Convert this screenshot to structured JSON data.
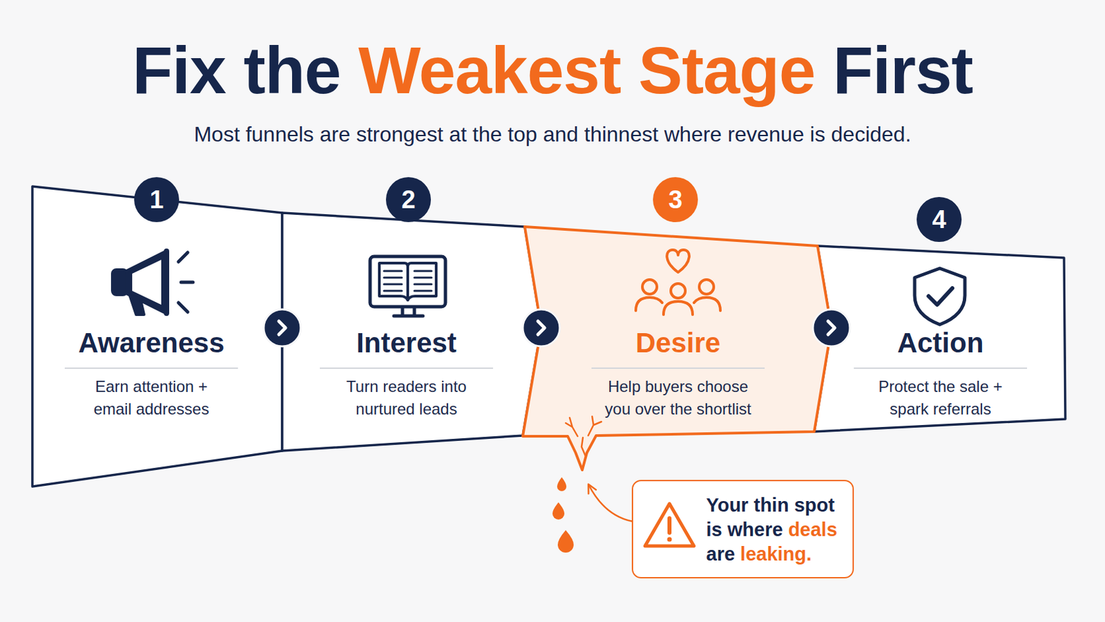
{
  "diagram": {
    "title": "Fix the Weakest Stage First",
    "nodes": [
      {
        "text": [
          "Awareness",
          "Earn attention + email addresses"
        ]
      },
      {
        "text": [
          "1"
        ],
        "in": 0
      },
      {
        "text": [
          "Interest",
          "Turn readers into nurtured leads"
        ]
      },
      {
        "text": [
          "2"
        ],
        "in": 2
      },
      {
        "text": [
          "Desire",
          "Help buyers choose you over the shortlist"
        ]
      },
      {
        "text": [
          "3"
        ],
        "in": 4
      },
      {
        "text": [
          "Action",
          "Protect the sale + spark referrals"
        ]
      },
      {
        "text": [
          "4"
        ],
        "in": 6
      },
      {
        "text": [
          "Your thin spot is where deals are leaking."
        ]
      }
    ],
    "edges": [
      {
        "from": 0,
        "to": 2,
        "arrow": "to"
      },
      {
        "from": 2,
        "to": 4,
        "arrow": "to"
      },
      {
        "from": 4,
        "to": 6,
        "arrow": "to"
      },
      {
        "from": 8,
        "to": 4,
        "arrow": "to"
      }
    ],
    "labels": [
      "Most funnels are strongest at the top and thinnest where revenue is decided."
    ]
  }
}
